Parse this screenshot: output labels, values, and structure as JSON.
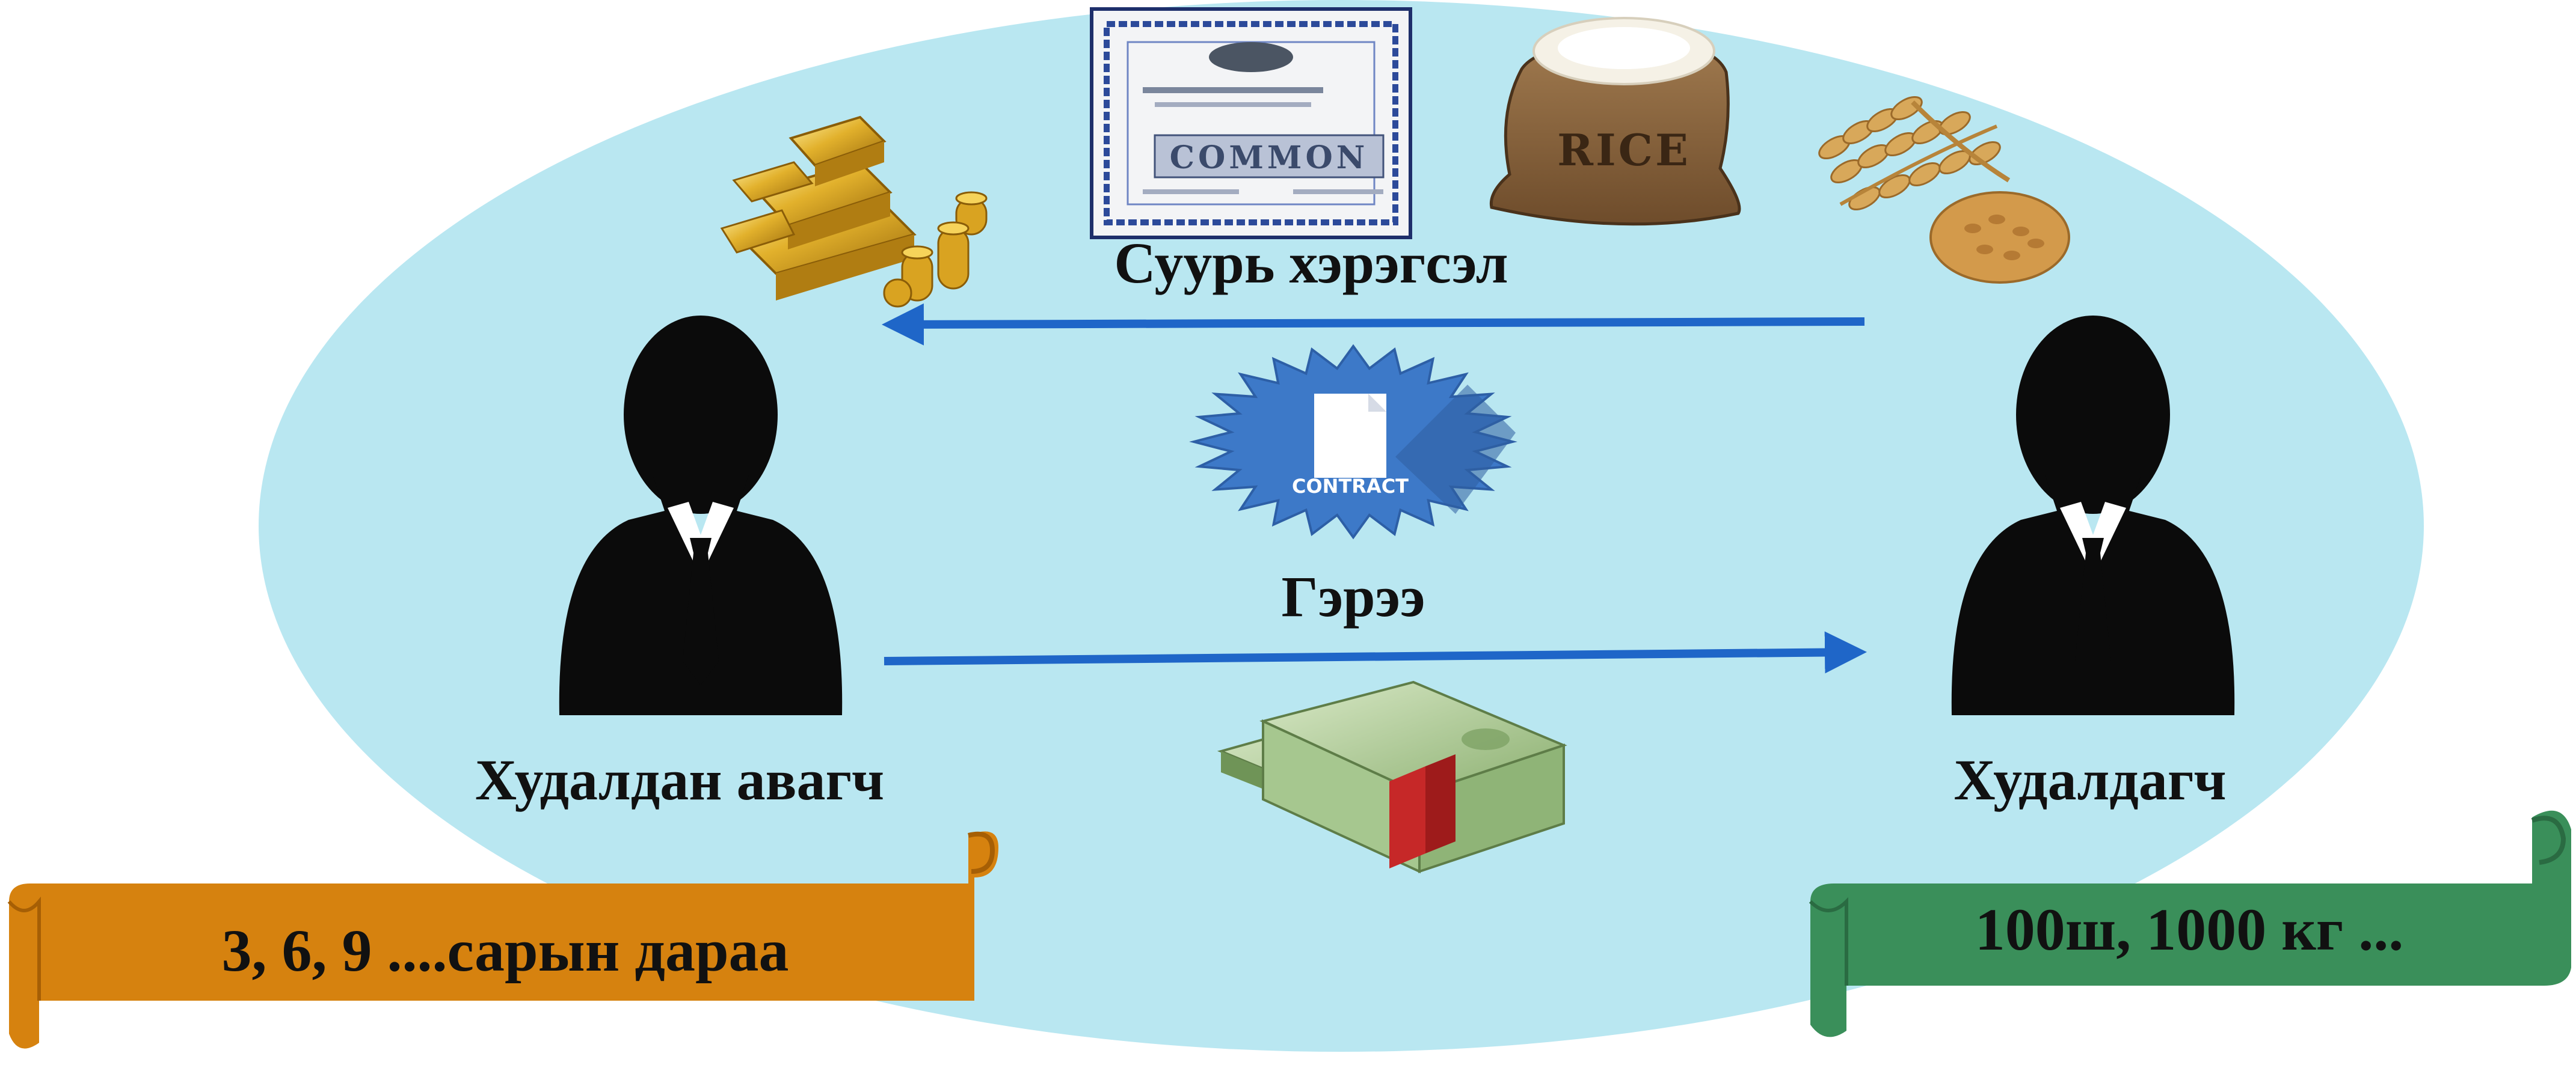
{
  "labels": {
    "underlying": "Суурь хэрэгсэл",
    "contract": "Гэрээ",
    "buyer": "Худалдан авагч",
    "seller": "Худалдагч"
  },
  "banners": {
    "time_text": "3, 6, 9 ....сарын дараа",
    "quantity_text": "100ш, 1000 кг ..."
  },
  "pictures": {
    "stock_certificate_word": "COMMON",
    "rice_sack_word": "RICE",
    "contract_seal_word": "CONTRACT"
  },
  "colors": {
    "ellipse": "#b9e7f1",
    "arrow": "#1f66c8",
    "person": "#0b0b0b",
    "gold": "#d9a321",
    "orange_banner": "#d6820f",
    "green_banner": "#3a8f5a",
    "seal": "#3d79c8",
    "money": "#9fc18a"
  },
  "icons": [
    "gold-bars-icon",
    "stock-certificate-icon",
    "rice-sack-icon",
    "wheat-icon",
    "contract-seal-icon",
    "money-stack-icon",
    "buyer-person-icon",
    "seller-person-icon"
  ]
}
